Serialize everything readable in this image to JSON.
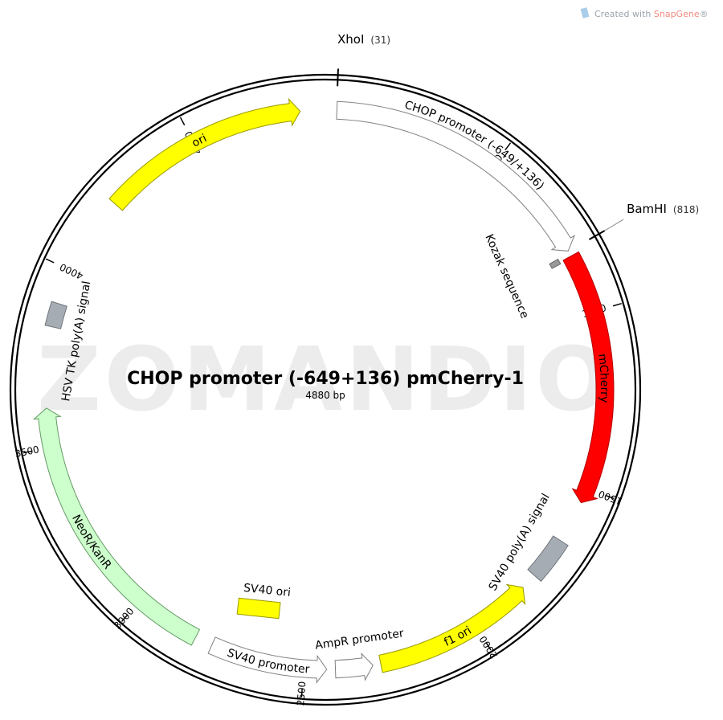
{
  "credit": {
    "prefix": "Created with ",
    "brand": "SnapGene",
    "suffix": "®"
  },
  "watermark": "ZOMANDIO",
  "plasmid": {
    "name": "CHOP promoter (-649+136) pmCherry-1",
    "size_label": "4880 bp",
    "length": 4880
  },
  "sites": [
    {
      "name": "XhoI",
      "pos_label": "(31)",
      "pos": 31
    },
    {
      "name": "BamHI",
      "pos_label": "(818)",
      "pos": 818
    }
  ],
  "ticks": [
    {
      "pos": 500,
      "label": "500"
    },
    {
      "pos": 1000,
      "label": "1000"
    },
    {
      "pos": 1500,
      "label": "1500"
    },
    {
      "pos": 2000,
      "label": "2000"
    },
    {
      "pos": 2500,
      "label": "2500"
    },
    {
      "pos": 3000,
      "label": "3000"
    },
    {
      "pos": 3500,
      "label": "3500"
    },
    {
      "pos": 4000,
      "label": "4000"
    },
    {
      "pos": 4500,
      "label": "4500"
    }
  ],
  "features": [
    {
      "key": "chop-promoter",
      "label": "CHOP promoter (-649/+136)",
      "start": 32,
      "end": 817,
      "strand": 1,
      "color": "#ffffff",
      "border": "#7f7f7f",
      "label_place": "on"
    },
    {
      "key": "kozak",
      "label": "Kozak sequence",
      "start": 823,
      "end": 832,
      "strand": 0,
      "color": "#999999",
      "border": "#666666",
      "label_place": "inside"
    },
    {
      "key": "mcherry",
      "label": "mCherry",
      "start": 833,
      "end": 1543,
      "strand": 1,
      "color": "#ff0000",
      "border": "#b30000",
      "label_place": "on"
    },
    {
      "key": "sv40-polya",
      "label": "SV40 poly(A) signal",
      "start": 1663,
      "end": 1784,
      "strand": 0,
      "color": "#a6acb3",
      "border": "#6f757c",
      "label_place": "inside"
    },
    {
      "key": "f1-ori",
      "label": "f1 ori",
      "start": 1830,
      "end": 2285,
      "strand": -1,
      "color": "#ffff00",
      "border": "#999900",
      "label_place": "on"
    },
    {
      "key": "ampr-promoter",
      "label": "AmpR promoter",
      "start": 2307,
      "end": 2412,
      "strand": -1,
      "color": "#ffffff",
      "border": "#7f7f7f",
      "label_place": "inside"
    },
    {
      "key": "sv40-promoter",
      "label": "SV40 promoter",
      "start": 2436,
      "end": 2765,
      "strand": -1,
      "color": "#ffffff",
      "border": "#7f7f7f",
      "label_place": "on"
    },
    {
      "key": "sv40-ori",
      "label": "SV40 ori",
      "start": 2625,
      "end": 2760,
      "strand": 0,
      "color": "#ffff00",
      "border": "#999900",
      "label_place": "inside_box"
    },
    {
      "key": "neor-kanr",
      "label": "NeoR/KanR",
      "start": 2815,
      "end": 3609,
      "strand": 1,
      "color": "#ccffcc",
      "border": "#669966",
      "label_place": "on"
    },
    {
      "key": "hsv-tk-polya",
      "label": "HSV TK poly(A) signal",
      "start": 3845,
      "end": 3893,
      "strand": 0,
      "color": "#a6acb3",
      "border": "#6f757c",
      "label_place": "inside"
    },
    {
      "key": "ori",
      "label": "ori",
      "start": 4222,
      "end": 4810,
      "strand": 1,
      "color": "#ffff00",
      "border": "#999900",
      "label_place": "on"
    }
  ]
}
